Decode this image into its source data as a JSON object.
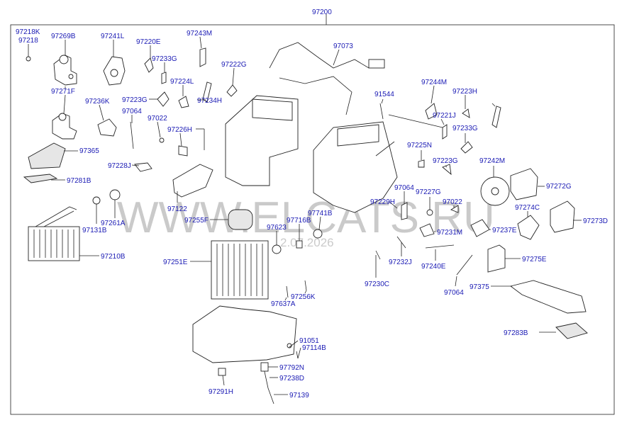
{
  "title_part": "97200",
  "watermark": "WWW.ELCATS.RU",
  "watermark_date": "2.07.2026",
  "parts": [
    "97218K",
    "97218",
    "97269B",
    "97241L",
    "97220E",
    "97243M",
    "97233G",
    "97073",
    "97271F",
    "97224L",
    "97222G",
    "97223G",
    "97234H",
    "97236K",
    "97064",
    "97022",
    "97226H",
    "97365",
    "97228J",
    "97281B",
    "97122",
    "97261A",
    "97131B",
    "97255F",
    "97210B",
    "97251E",
    "97623",
    "97716B",
    "97741B",
    "97637A",
    "97256K",
    "91051",
    "97114B",
    "97792N",
    "97238D",
    "97291H",
    "97139",
    "91544",
    "97244M",
    "97223H",
    "97221J",
    "97233G",
    "97225N",
    "97223G",
    "97242M",
    "97272G",
    "97064",
    "97227G",
    "97022",
    "97229H",
    "97274C",
    "97273D",
    "97231M",
    "97237E",
    "97232J",
    "97240E",
    "97275E",
    "97230C",
    "97064",
    "97375",
    "97283B"
  ]
}
